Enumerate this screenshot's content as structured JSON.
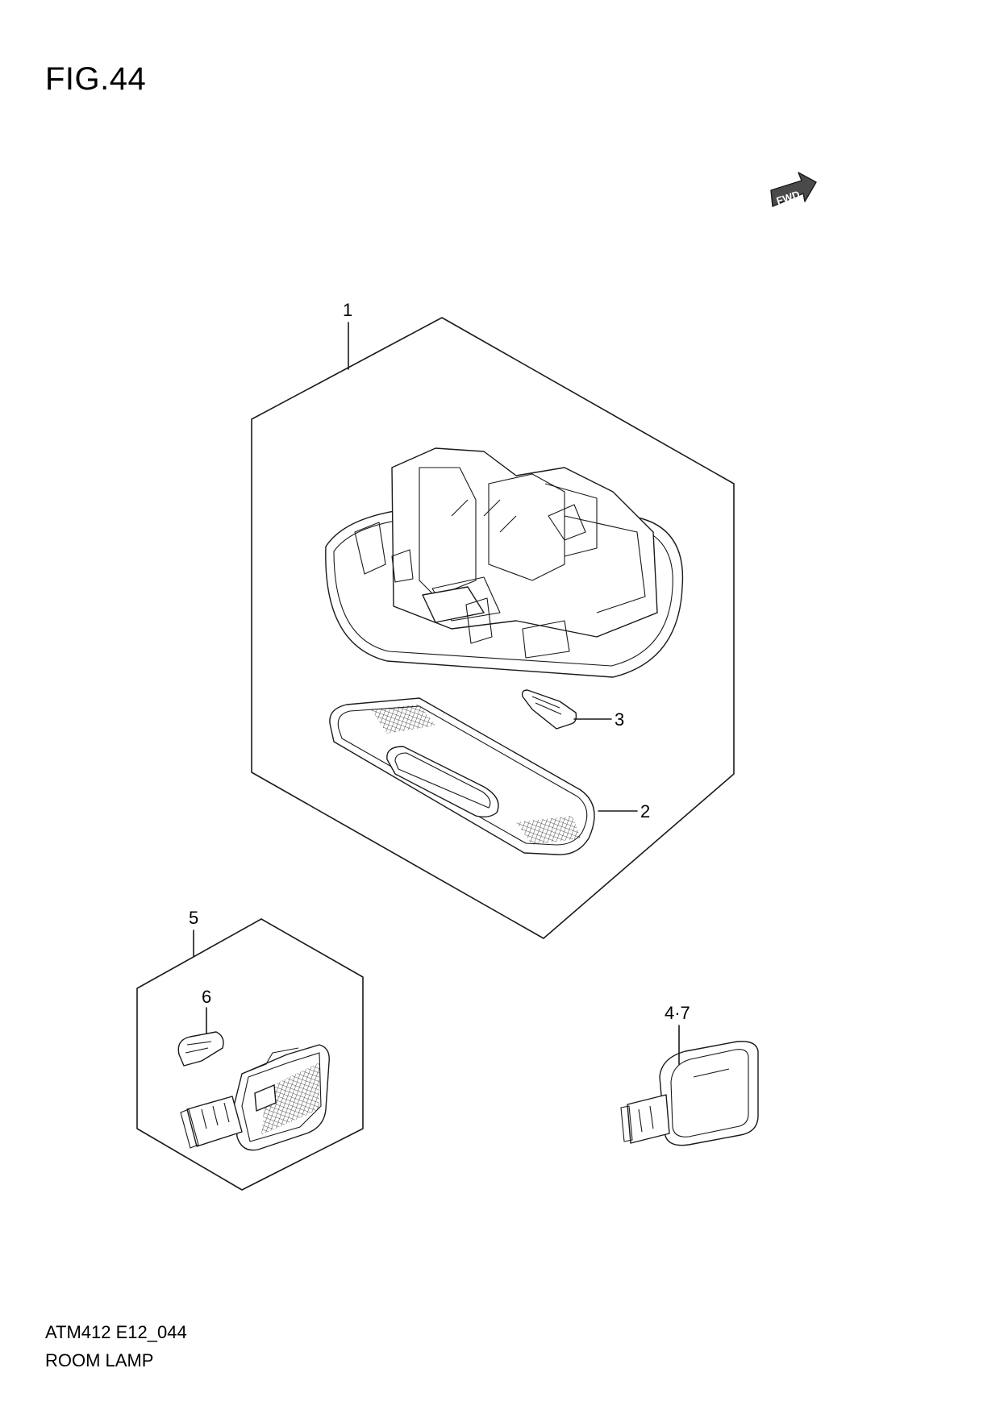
{
  "figure": {
    "title": "FIG.44"
  },
  "fwd_badge": {
    "label": "FWD"
  },
  "callouts": {
    "c1": "1",
    "c2": "2",
    "c3": "3",
    "c47": "4·7",
    "c5": "5",
    "c6": "6"
  },
  "footer": {
    "code": "ATM412 E12_044",
    "name": "ROOM LAMP"
  }
}
